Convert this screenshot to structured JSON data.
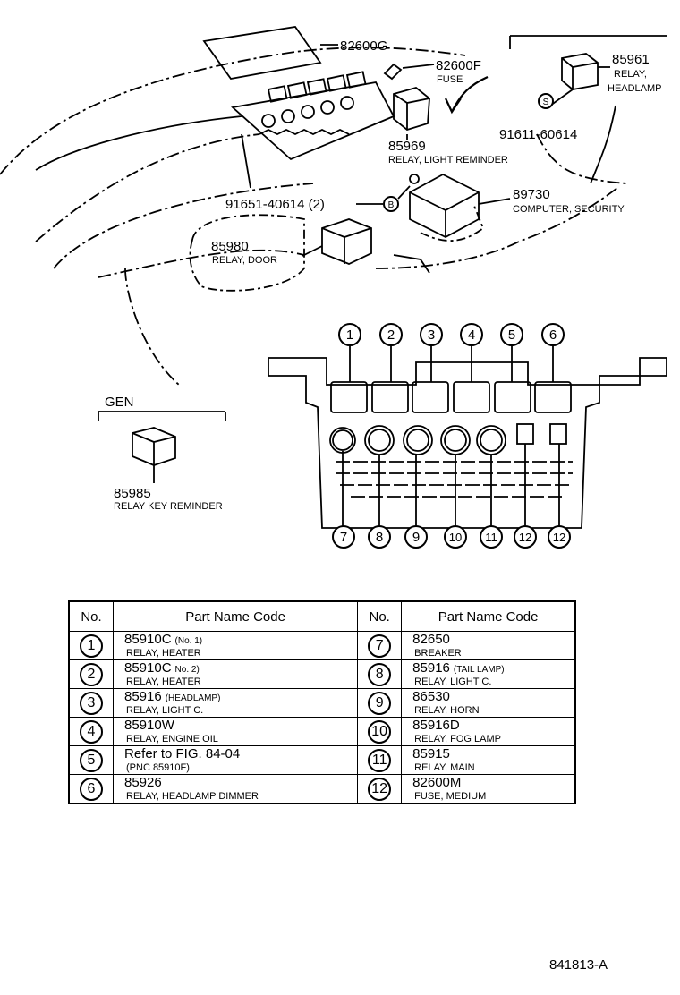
{
  "callouts": {
    "label_82600G": "82600G",
    "label_82600F": "82600F",
    "label_fuse": "FUSE",
    "label_85961": "85961",
    "label_relay1": "RELAY,",
    "label_headlamp": "HEADLAMP",
    "label_s": "S",
    "label_91611": "91611-60614",
    "label_85969": "85969",
    "label_light_reminder": "RELAY, LIGHT REMINDER",
    "label_91651": "91651-40614 (2)",
    "label_b": "B",
    "label_89730": "89730",
    "label_computer": "COMPUTER, SECURITY",
    "label_85980": "85980",
    "label_relay_door": "RELAY, DOOR",
    "label_gen": "GEN",
    "label_85985": "85985",
    "label_key_reminder": "RELAY KEY REMINDER"
  },
  "slot_numbers": [
    "1",
    "2",
    "3",
    "4",
    "5",
    "6",
    "7",
    "8",
    "9",
    "10",
    "11",
    "12",
    "12"
  ],
  "table": {
    "header_no": "No.",
    "header_part": "Part Name Code",
    "rows": [
      {
        "left_no": "1",
        "left_code": "85910C",
        "left_note": "(No. 1)",
        "left_name": "RELAY, HEATER",
        "right_no": "7",
        "right_code": "82650",
        "right_note": "",
        "right_name": "BREAKER"
      },
      {
        "left_no": "2",
        "left_code": "85910C",
        "left_note": "No. 2)",
        "left_name": "RELAY, HEATER",
        "right_no": "8",
        "right_code": "85916",
        "right_note": "(TAIL LAMP)",
        "right_name": "RELAY, LIGHT C."
      },
      {
        "left_no": "3",
        "left_code": "85916",
        "left_note": "(HEADLAMP)",
        "left_name": "RELAY, LIGHT C.",
        "right_no": "9",
        "right_code": "86530",
        "right_note": "",
        "right_name": "RELAY, HORN"
      },
      {
        "left_no": "4",
        "left_code": "85910W",
        "left_note": "",
        "left_name": "RELAY, ENGINE OIL",
        "right_no": "10",
        "right_code": "85916D",
        "right_note": "",
        "right_name": "RELAY, FOG LAMP"
      },
      {
        "left_no": "5",
        "left_code": "Refer to FIG. 84-04",
        "left_note": "",
        "left_name": "(PNC 85910F)",
        "right_no": "11",
        "right_code": "85915",
        "right_note": "",
        "right_name": "RELAY, MAIN"
      },
      {
        "left_no": "6",
        "left_code": "85926",
        "left_note": "",
        "left_name": "RELAY, HEADLAMP DIMMER",
        "right_no": "12",
        "right_code": "82600M",
        "right_note": "",
        "right_name": "FUSE, MEDIUM"
      }
    ]
  },
  "drawing_id": "841813-A"
}
